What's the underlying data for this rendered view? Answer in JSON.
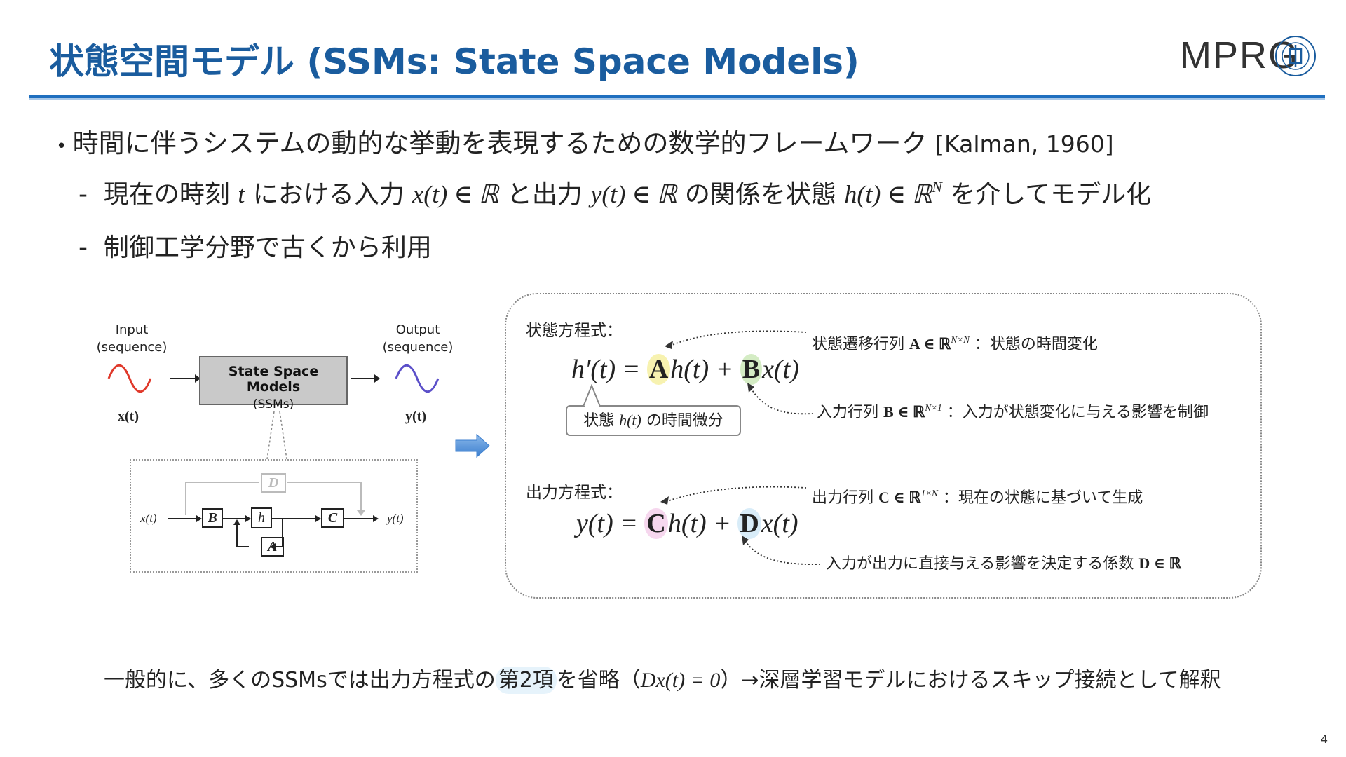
{
  "header": {
    "title": "状態空間モデル (SSMs: State Space Models)",
    "logo_text": "MPRG",
    "seal_text": "中"
  },
  "bullets": {
    "b1": "時間に伴うシステムの動的な挙動を表現するための数学的フレームワーク",
    "b1_cite": "[Kalman, 1960]",
    "b2_prefix": "現在の時刻",
    "b2_t": "t",
    "b2_mid1": "における入力",
    "b2_x": "x(t) ∈ ℝ",
    "b2_mid2": "と出力",
    "b2_y": "y(t) ∈ ℝ",
    "b2_mid3": "の関係を状態",
    "b2_h": "h(t) ∈ ℝ",
    "b2_N": "N",
    "b2_suffix": "を介してモデル化",
    "b3": "制御工学分野で古くから利用"
  },
  "diagram": {
    "input_label": "Input",
    "input_sub": "(sequence)",
    "output_label": "Output",
    "output_sub": "(sequence)",
    "box_title": "State Space Models",
    "box_sub": "(SSMs)",
    "x_label": "x(t)",
    "y_label": "y(t)",
    "detail": {
      "x": "x(t)",
      "y": "y(t)",
      "B": "B",
      "h": "h",
      "C": "C",
      "A": "A",
      "D": "D"
    },
    "input_wave_color": "#e0392b",
    "output_wave_color": "#5b4fc9"
  },
  "equations": {
    "state_label": "状態方程式：",
    "state_eq": {
      "lhs": "h′(t) = ",
      "A": "A",
      "mid": "h(t) + ",
      "B": "B",
      "end": "x(t)"
    },
    "output_label": "出力方程式：",
    "output_eq": {
      "lhs": "y(t) = ",
      "C": "C",
      "mid": "h(t) + ",
      "D": "D",
      "end": "x(t)"
    },
    "ann_A": {
      "pre": "状態遷移行列",
      "sym": "A ∈ ℝ",
      "sup": "N×N",
      "post": "：状態の時間変化"
    },
    "ann_B": {
      "pre": "入力行列",
      "sym": "B ∈ ℝ",
      "sup": "N×1",
      "post": "：入力が状態変化に与える影響を制御"
    },
    "ann_C": {
      "pre": "出力行列",
      "sym": "C ∈ ℝ",
      "sup": "1×N",
      "post": "：現在の状態に基づいて生成"
    },
    "ann_D": {
      "pre": "入力が出力に直接与える影響を決定する係数",
      "sym": "D ∈ ℝ"
    },
    "callout": {
      "pre": "状態",
      "sym": "h(t)",
      "post": "の時間微分"
    },
    "highlight_colors": {
      "A": "#f7f2b0",
      "B": "#d4ecc4",
      "C": "#f6d7ee",
      "D": "#d8ecf8"
    }
  },
  "footer": {
    "pre": "一般的に、多くのSSMsでは出力方程式の",
    "highlight": "第2項",
    "mid": "を省略（",
    "math": "Dx(t) = 0",
    "post": "）→深層学習モデルにおけるスキップ接続として解釈"
  },
  "page_number": "4"
}
